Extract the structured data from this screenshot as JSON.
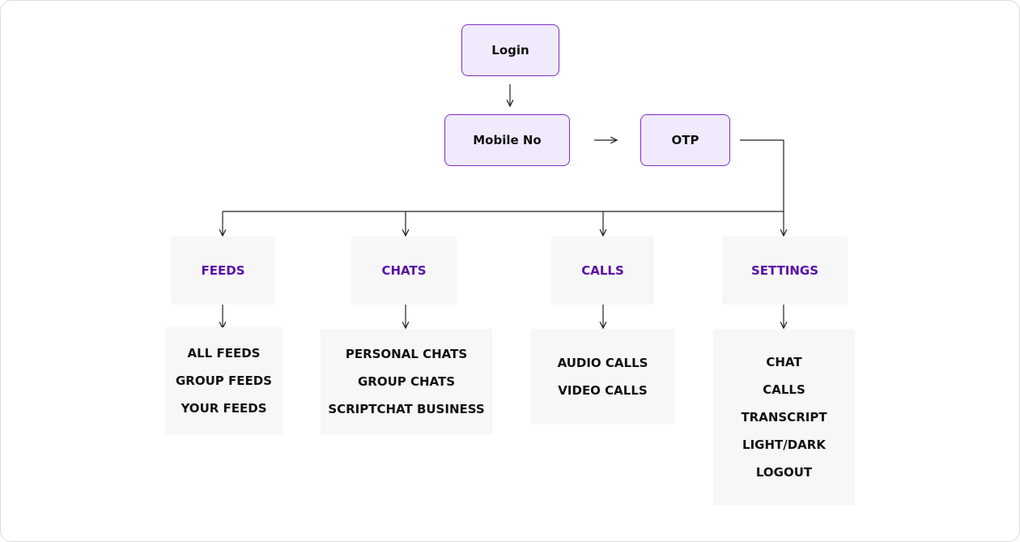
{
  "nodes": {
    "login": "Login",
    "mobile": "Mobile No",
    "otp": "OTP"
  },
  "categories": {
    "feeds": "FEEDS",
    "chats": "CHATS",
    "calls": "CALLS",
    "settings": "SETTINGS"
  },
  "sub": {
    "feeds": [
      "ALL FEEDS",
      "GROUP FEEDS",
      "YOUR FEEDS"
    ],
    "chats": [
      "PERSONAL CHATS",
      "GROUP CHATS",
      "SCRIPTCHAT BUSINESS"
    ],
    "calls": [
      "AUDIO CALLS",
      "VIDEO CALLS"
    ],
    "settings": [
      "CHAT",
      "CALLS",
      "TRANSCRIPT",
      "LIGHT/DARK",
      "LOGOUT"
    ]
  },
  "colors": {
    "node_fill": "#f1eafd",
    "node_border": "#7b2fc4",
    "category_text": "#5a0fa8",
    "panel_fill": "#f7f7f7"
  }
}
